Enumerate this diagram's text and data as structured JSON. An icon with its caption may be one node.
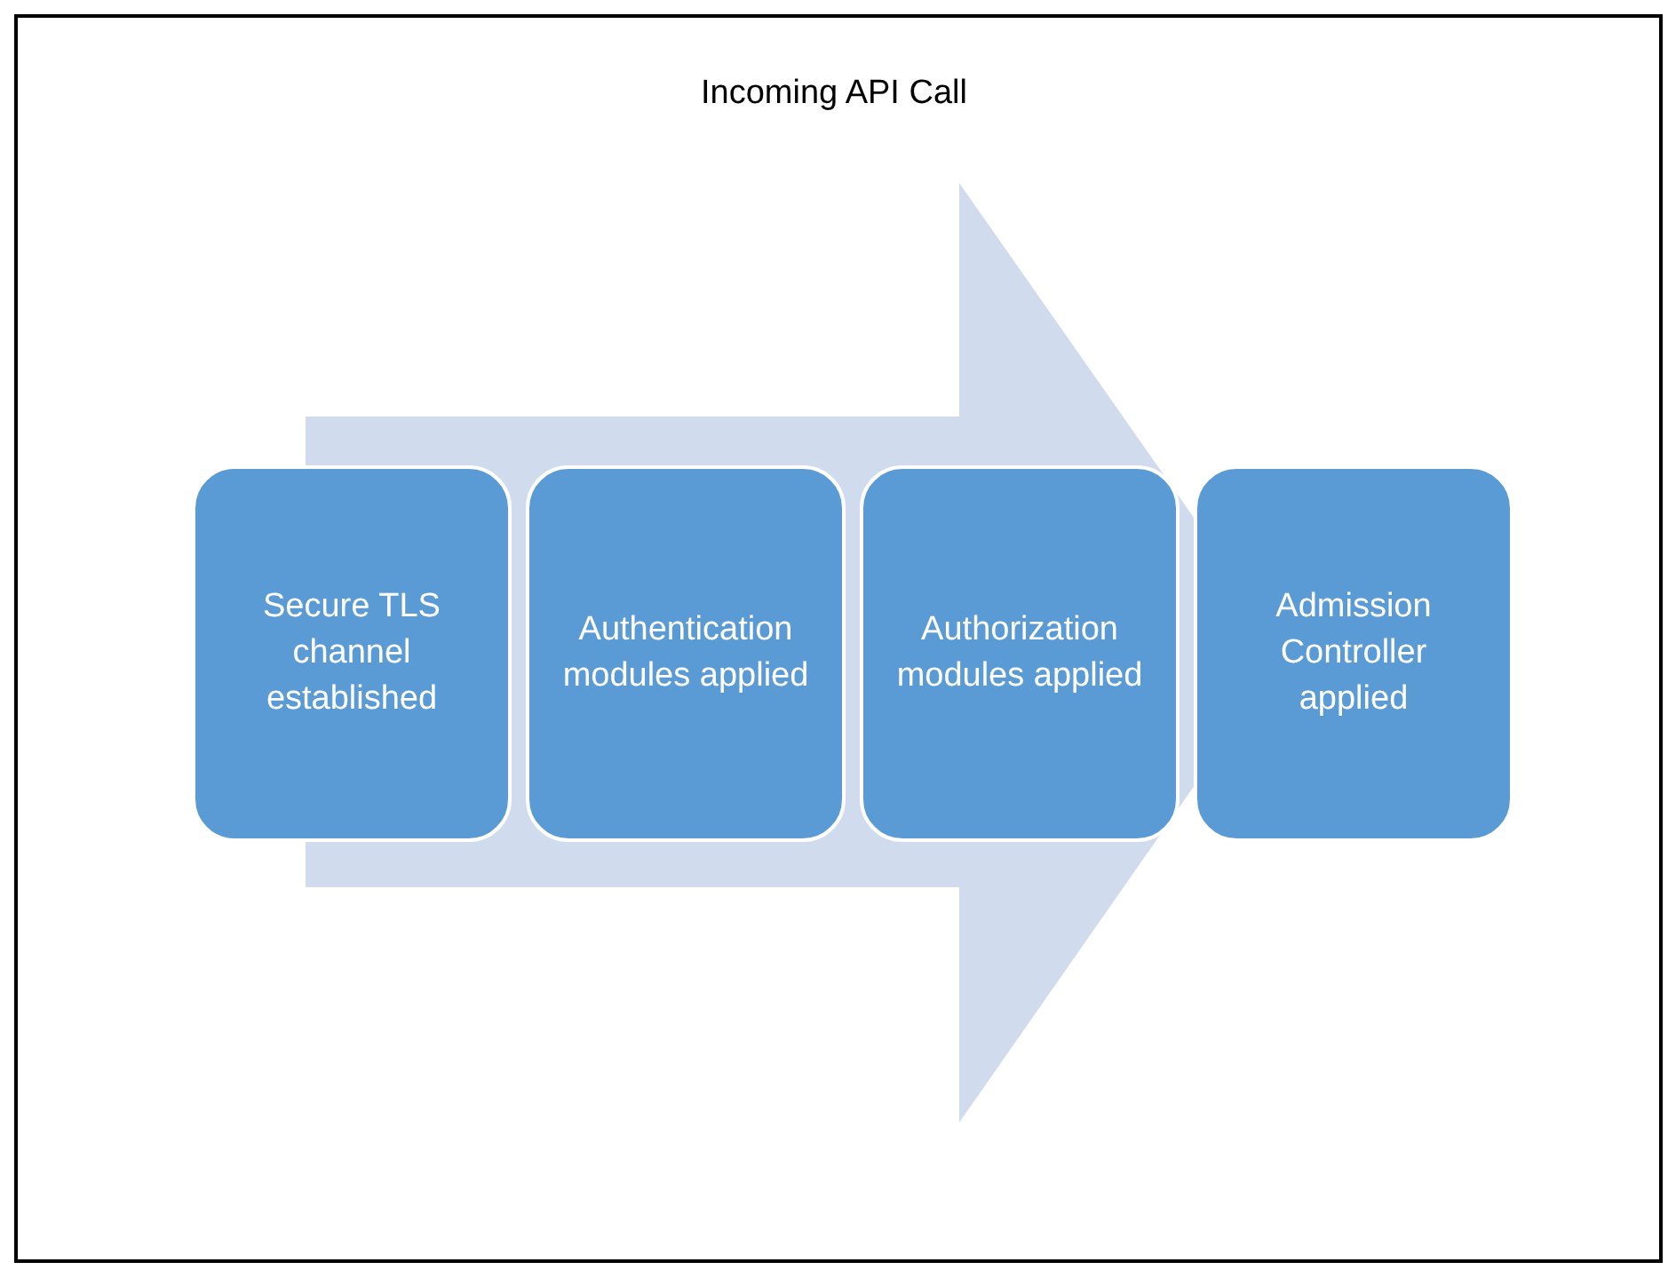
{
  "diagram": {
    "title": "Incoming API Call",
    "nodes": [
      {
        "text": [
          "Secure TLS channel established"
        ]
      },
      {
        "text": [
          "Authentication modules applied"
        ]
      },
      {
        "text": [
          "Authorization modules applied"
        ]
      },
      {
        "text": [
          "Admission Controller applied"
        ]
      }
    ],
    "edges": [
      {
        "from": 0,
        "to": 3,
        "arrow": "to"
      }
    ]
  }
}
